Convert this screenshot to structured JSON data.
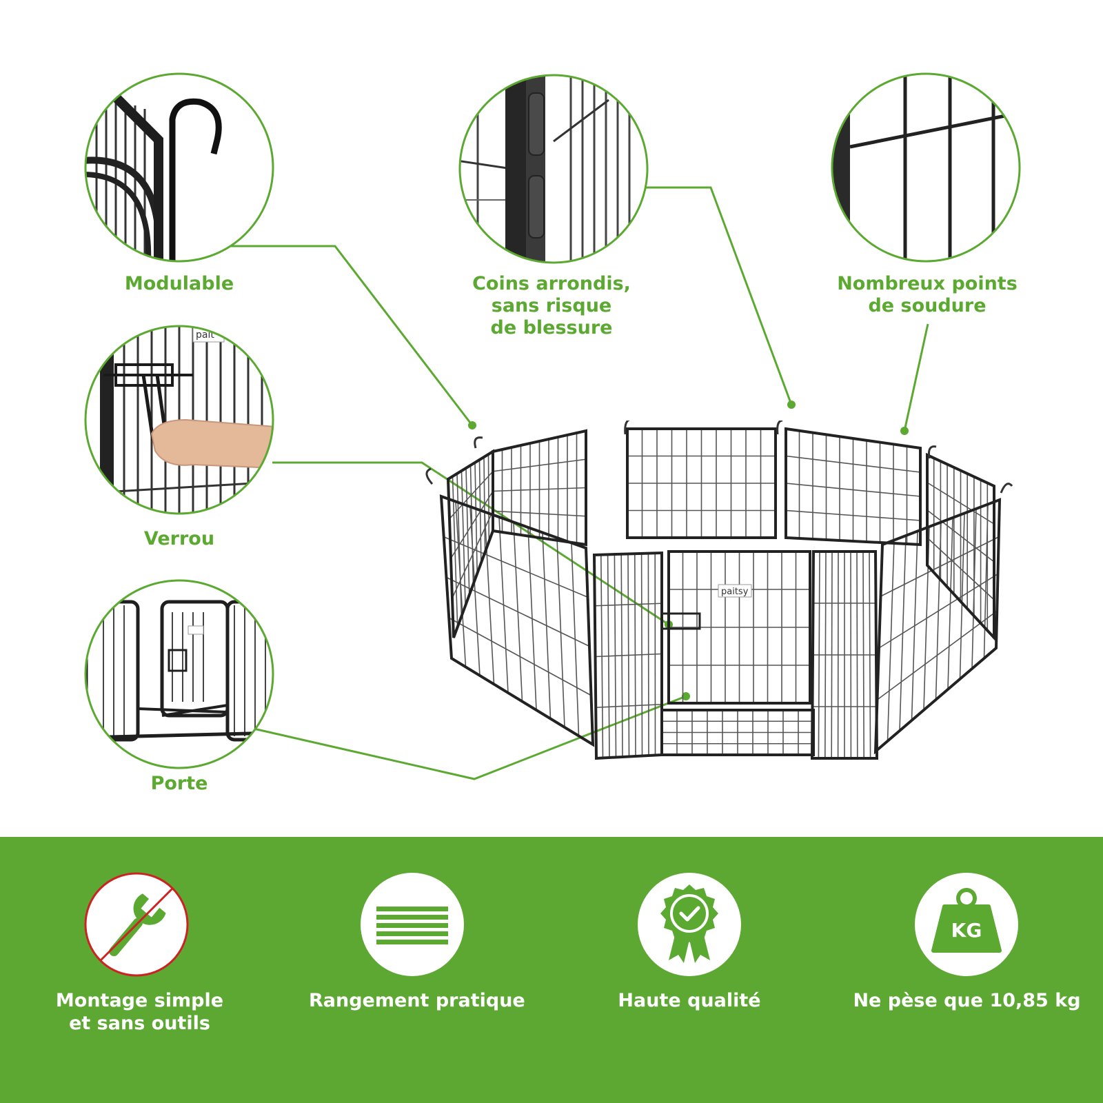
{
  "colors": {
    "accent_green": "#5ca932",
    "footer_green": "#5da833",
    "no_tools_red": "#cc2222",
    "fence_dark": "#2b2b2b"
  },
  "callouts": [
    {
      "id": "modulable",
      "label": "Modulable",
      "icon": "hook-detail-photo"
    },
    {
      "id": "coins",
      "label": "Coins arrondis,\nsans risque\nde blessure",
      "icon": "hinge-corner-detail-photo"
    },
    {
      "id": "soudure",
      "label": "Nombreux points\nde soudure",
      "icon": "weld-points-detail-photo"
    },
    {
      "id": "verrou",
      "label": "Verrou",
      "icon": "latch-detail-photo"
    },
    {
      "id": "porte",
      "label": "Porte",
      "icon": "door-detail-photo"
    }
  ],
  "product": {
    "brand": "paitsy",
    "image": "octagonal-dog-playpen"
  },
  "features": [
    {
      "id": "montage",
      "label": "Montage simple\net sans outils",
      "icon": "no-wrench-icon"
    },
    {
      "id": "rangement",
      "label": "Rangement pratique",
      "icon": "stacked-panels-icon"
    },
    {
      "id": "qualite",
      "label": "Haute qualité",
      "icon": "quality-badge-icon"
    },
    {
      "id": "poids",
      "label": "Ne pèse que 10,85 kg",
      "icon": "kg-weight-icon",
      "badge_text": "KG"
    }
  ]
}
